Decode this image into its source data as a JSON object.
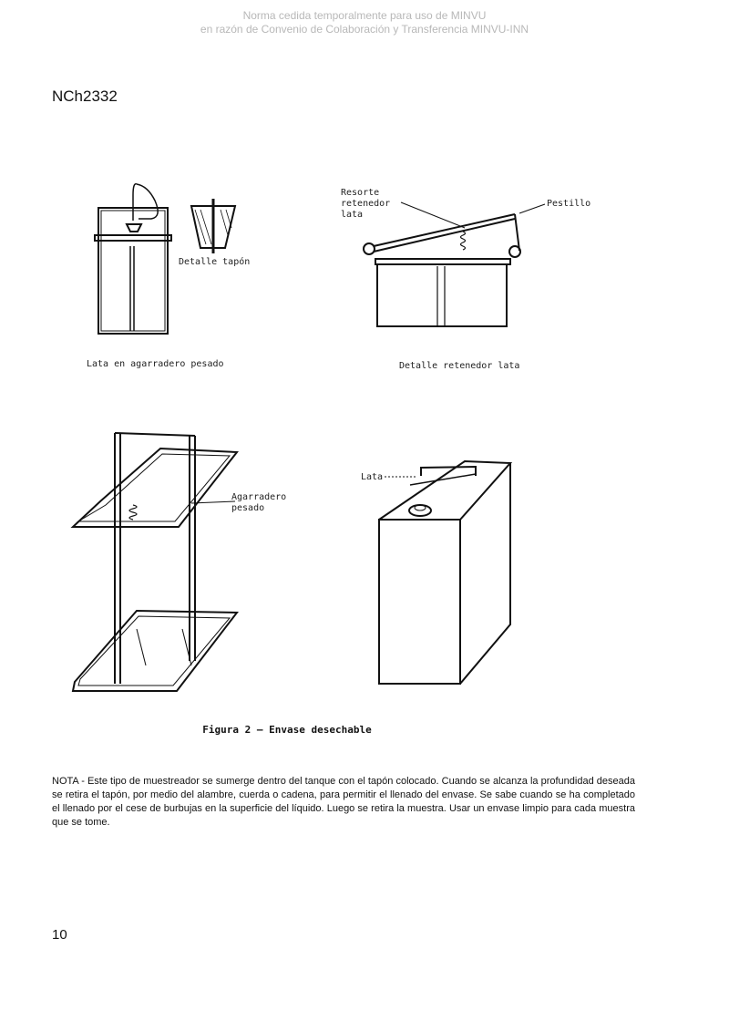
{
  "watermark": {
    "line1": "Norma cedida temporalmente para uso de MINVU",
    "line2": "en razón de Convenio de Colaboración y Transferencia MINVU-INN"
  },
  "header": {
    "code": "NCh2332"
  },
  "figure": {
    "labels": {
      "detalle_tapon": "Detalle tapón",
      "lata_agarradero": "Lata en agarradero pesado",
      "resorte_line1": "Resorte",
      "resorte_line2": "retenedor",
      "resorte_line3": "lata",
      "pestillo": "Pestillo",
      "detalle_retenedor": "Detalle retenedor lata",
      "agarradero_line1": "Agarradero",
      "agarradero_line2": "pesado",
      "lata": "Lata"
    },
    "title": "Figura 2 – Envase desechable"
  },
  "note": {
    "text": "NOTA - Este tipo de muestreador se sumerge dentro del tanque con el tapón colocado. Cuando se alcanza la profundidad deseada se retira el tapón, por medio del alambre, cuerda o cadena, para permitir el llenado del envase. Se sabe cuando se ha completado el llenado por el cese de burbujas en la superficie del líquido. Luego se retira la muestra. Usar un envase limpio para cada muestra que se tome."
  },
  "footer": {
    "page_number": "10"
  }
}
